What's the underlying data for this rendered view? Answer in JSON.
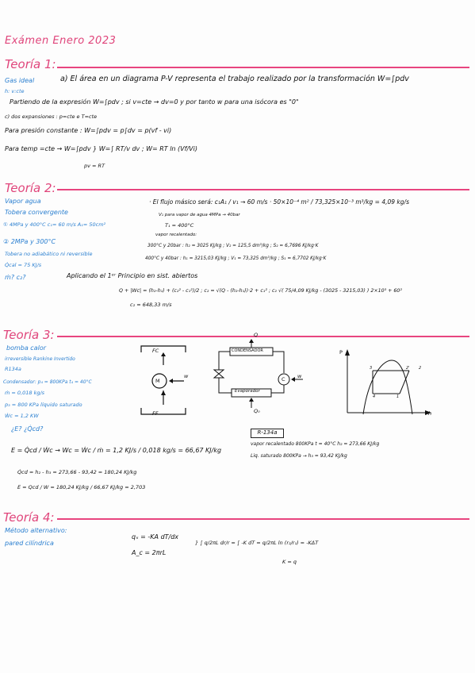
{
  "header": {
    "exam_title": "Exámen Enero 2023"
  },
  "t1": {
    "title": "Teoría 1:",
    "side1": "Gas ideal",
    "side2": "h: v:cte",
    "line_a": "a) El área en un diagrama P-V representa el trabajo realizado por la transformación  W=∫pdv",
    "line2": "Partiendo de la expresión  W=∫pdv ; si v=cte → dv=0   y por tanto w para una isócora es \"0\"",
    "line3": "c) dos expansiones : p=cte  e  T=cte",
    "line4": "Para presión constante :  W=∫pdv = p∫dv = p(vf - vi)",
    "line5": "Para temp =cte →  W=∫pdv }  W=∫ RT/v dv ; W= RT ln (Vf/Vi)",
    "line5b": "pv = RT"
  },
  "t2": {
    "title": "Teoría 2:",
    "s1": "Vapor agua",
    "s2": "Tobera convergente",
    "s3": "① 4MPa y 400°C   c₁= 60 m/s  A₁= 50cm²",
    "s4": "② 2MPa y 300°C",
    "s5": "Tobera no adiabático ni reversible",
    "s6": "Q̇cal = 75 KJ/s",
    "s7": "ṁ? c₂?",
    "r1": "· El flujo másico será:  c₁A₁ / v₁  →  60 m/s · 50×10⁻⁴ m² / 73,325×10⁻³ m³/kg  = 4,09 kg/s",
    "r2": "V₁ para vapor de agua 4MPa → 40bar",
    "r3": "T₁ = 400°C",
    "r4": "vapor recalentado:",
    "r5": "300°C y 20bar : h₂ = 3025 KJ/kg ; V₂ = 125,5 dm³/kg ; S₂ = 6,7696 KJ/kg·K",
    "r6": "400°C y 40bar : h₁ = 3215,03 KJ/kg ; V₁ = 73,325 dm³/kg ; S₁ = 6,7702 KJ/kg·K",
    "p1": "Aplicando el 1ᵉʳ Principio en sist. abiertos",
    "p2": "Q + |Wc| = (h₂-h₁) + (c₂² - c₁²)/2  ;  c₂ = √(Q - (h₂-h₁))·2 + c₁²  ;  c₂ √( 75/4,09 KJ/kg - (3025 - 3215,03) ) 2×10³ + 60²",
    "p3": "c₂ = 648,33 m/s"
  },
  "t3": {
    "title": "Teoría 3:",
    "s1": "bomba calor",
    "s2": "irreversible Rankine Invertido",
    "s3": "R134a",
    "s4": "Condensador: p₄ = 800KPa  t₄ = 40°C",
    "s5": "ṁ = 0,018 kg/s",
    "s6": "p₃ = 800 KPa   líquido saturado",
    "s7": "Ẇc = 1,2 KW",
    "s8": "¿E?  ¿Q̇cd?",
    "fc": "FC",
    "ff": "FF",
    "m": "M",
    "w": "w",
    "q": "Q",
    "qo": "Q₀",
    "cond": "CONDENSADOR",
    "evap": "Evaporador",
    "c": "C",
    "gp": "P",
    "gh": "h",
    "g1": "1",
    "g2": "2",
    "g2p": "2'",
    "g3": "3",
    "g4": "4",
    "e1": "E = Q̇cd / Ẇc  →  Wc = Ẇc / ṁ = 1,2 KJ/s / 0,018 kg/s = 66,67 KJ/kg",
    "e2": "Q̇cd = h₂ - h₃ = 273,66 - 93,42 = 180,24 KJ/kg",
    "e3": "E = Qcd / W = 180,24 KJ/kg / 66,67 KJ/kg = 2,703",
    "ref": "R-134a",
    "ref1": "vapor recalentado 800KPa  t = 40°C    h₂ = 273,66 KJ/kg",
    "ref2": "Liq. saturado 800KPa  →  h₃ = 93,42 KJ/kg"
  },
  "t4": {
    "title": "Teoría 4:",
    "s1": "Método alternativo:",
    "s2": "pared cilíndrica",
    "f1": "qₓ = -KA dT/dx",
    "f2": "A_c = 2πrL",
    "f3": "}  ∫ q/2πL dr/r = ∫ -K dT   =   q/2πL ln (r₂/r₁) = -KΔT",
    "f4": "K = q"
  }
}
